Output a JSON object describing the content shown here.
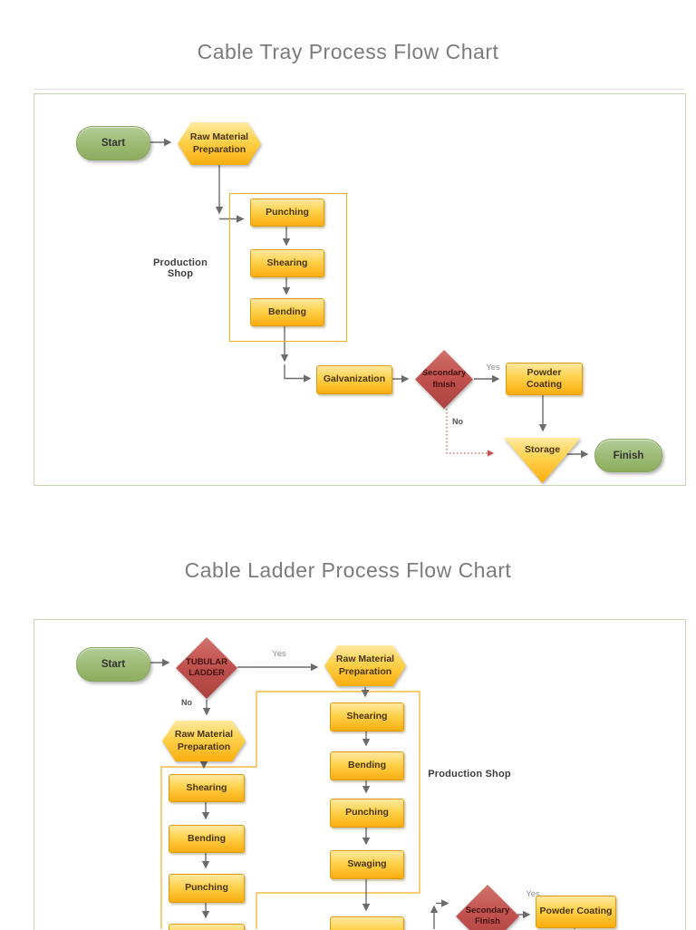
{
  "titles": {
    "chart1": "Cable Tray Process Flow Chart",
    "chart2": "Cable Ladder Process Flow Chart"
  },
  "chart1": {
    "nodes": {
      "start": "Start",
      "raw_material": "Raw Material\nPreparation",
      "punching": "Punching",
      "shearing": "Shearing",
      "bending": "Bending",
      "galvanization": "Galvanization",
      "secondary_finish": "Secondary\nfinish",
      "powder_coating": "Powder\nCoating",
      "storage": "Storage",
      "finish": "Finish"
    },
    "labels": {
      "production_shop": "Production Shop",
      "yes": "Yes",
      "no": "No"
    }
  },
  "chart2": {
    "nodes": {
      "start": "Start",
      "tubular_ladder": "TUBULAR\nLADDER",
      "raw_material_right": "Raw Material\nPreparation",
      "raw_material_left": "Raw Material\nPreparation",
      "left_column": {
        "shearing": "Shearing",
        "bending": "Bending",
        "punching": "Punching"
      },
      "right_column": {
        "shearing": "Shearing",
        "bending": "Bending",
        "punching": "Punching",
        "swaging": "Swaging"
      },
      "secondary_finish": "Secondary\nFinish",
      "powder_coating": "Powder Coating"
    },
    "labels": {
      "yes_top": "Yes",
      "no": "No",
      "production_shop": "Production Shop",
      "yes_bottom": "Yes"
    }
  },
  "colors": {
    "accent_yellow": "#FFC42E",
    "accent_red": "#C0504D",
    "accent_green": "#9BBB59",
    "container_border_green": "#C3D6AE",
    "group_border": "#F2AE1C",
    "arrow_gray": "#6B6B6B",
    "no_path_red": "#C4524E"
  }
}
